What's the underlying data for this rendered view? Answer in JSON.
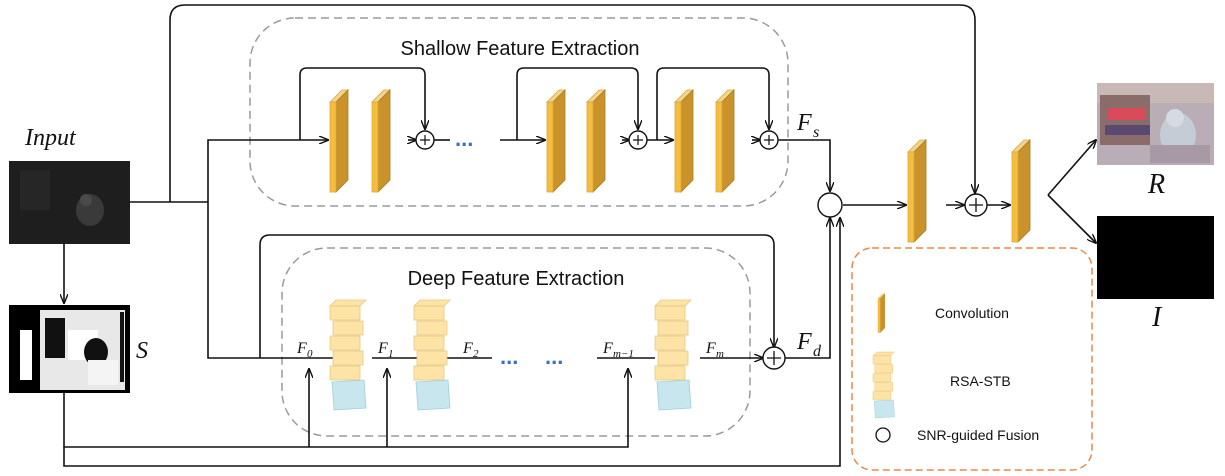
{
  "blocks": {
    "shallow_title": "Shallow Feature Extraction",
    "deep_title": "Deep Feature Extraction"
  },
  "math": {
    "input": "Input",
    "s": "S",
    "r": "R",
    "i": "I",
    "fs_main": "F",
    "fs_sub": "s",
    "fd_main": "F",
    "fd_sub": "d",
    "f0_main": "F",
    "f0_sub": "0",
    "f1_main": "F",
    "f1_sub": "1",
    "f2_main": "F",
    "f2_sub": "2",
    "fm1_main": "F",
    "fm1_sub": "m−1",
    "fm_main": "F",
    "fm_sub": "m"
  },
  "legend": {
    "convolution": "Convolution",
    "rsa_stb": "RSA-STB",
    "snr_fusion": "SNR-guided Fusion"
  },
  "ellipsis": "...",
  "colors": {
    "conv_front": "#f5bd3c",
    "conv_side": "#c9922a",
    "rsa_front": "#fde3a6",
    "rsa_bottom": "#c7e6ee",
    "dots": "#3c6fc4",
    "legend_border": "#e8884a",
    "dashed": "#9a9a9a"
  }
}
